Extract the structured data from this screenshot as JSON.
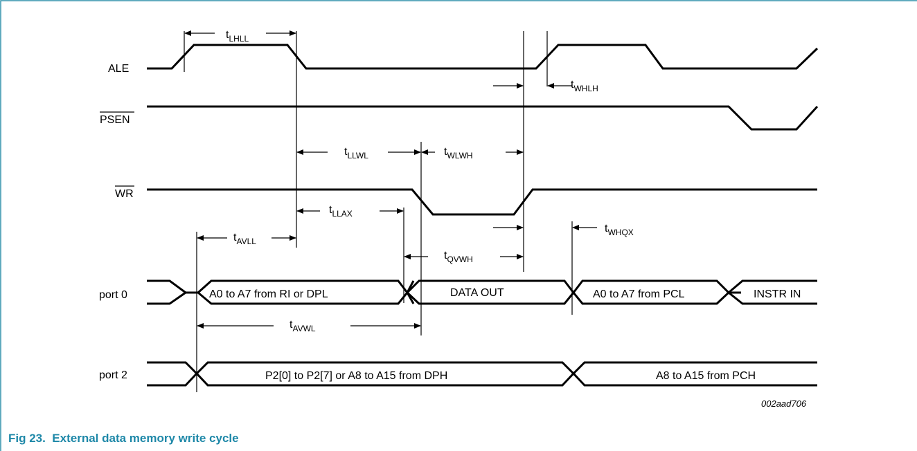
{
  "signals": {
    "ale": "ALE",
    "psen": "PSEN",
    "wr": "WR",
    "port0": "port 0",
    "port2": "port 2"
  },
  "timing": {
    "lhll": {
      "base": "t",
      "sub": "LHLL"
    },
    "whlh": {
      "base": "t",
      "sub": "WHLH"
    },
    "llwl": {
      "base": "t",
      "sub": "LLWL"
    },
    "wlwh": {
      "base": "t",
      "sub": "WLWH"
    },
    "llax": {
      "base": "t",
      "sub": "LLAX"
    },
    "avll": {
      "base": "t",
      "sub": "AVLL"
    },
    "whqx": {
      "base": "t",
      "sub": "WHQX"
    },
    "qvwh": {
      "base": "t",
      "sub": "QVWH"
    },
    "avwl": {
      "base": "t",
      "sub": "AVWL"
    }
  },
  "buses": {
    "port0_addr_low": "A0 to A7 from RI or DPL",
    "port0_data_out": "DATA OUT",
    "port0_pcl": "A0 to A7 from PCL",
    "port0_instr": "INSTR IN",
    "port2_addr_high": "P2[0] to P2[7] or A8 to A15 from DPH",
    "port2_pch": "A8 to A15 from PCH"
  },
  "figure_code": "002aad706",
  "caption": "Fig 23.  External data memory write cycle",
  "colors": {
    "accent": "#1e88a8",
    "frame": "#2b8fa8",
    "ink": "#000000"
  }
}
